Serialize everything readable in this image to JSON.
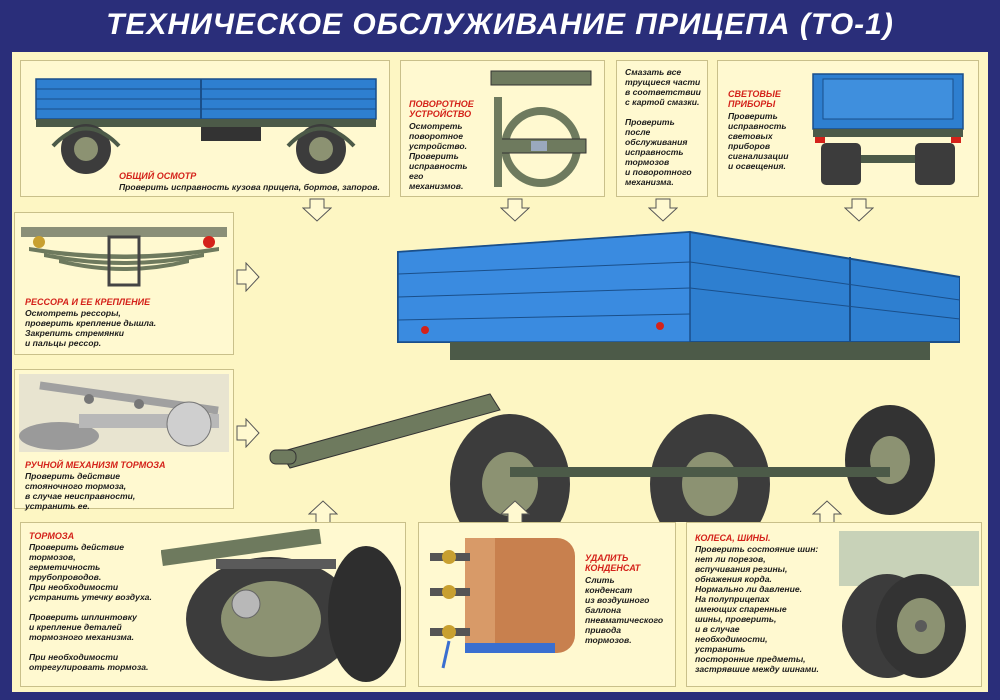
{
  "title": "ТЕХНИЧЕСКОЕ ОБСЛУЖИВАНИЕ ПРИЦЕПА (ТО-1)",
  "colors": {
    "frame_bg": "#2a2e7a",
    "board_bg": "#fdf6c3",
    "panel_bg": "#fff9d0",
    "accent_red": "#d4221a",
    "trailer_blue": "#2e7fd0",
    "chassis_green": "#5a6b52",
    "tire_grey": "#3c3c3c"
  },
  "panels": {
    "general": {
      "heading": "ОБЩИЙ ОСМОТР",
      "text": "Проверить исправность кузова прицепа, бортов, запоров."
    },
    "turntable": {
      "heading": "ПОВОРОТНОЕ\nУСТРОЙСТВО",
      "text": "Осмотреть\nповоротное\nустройство.\nПроверить\nисправность\nего\nмеханизмов."
    },
    "lubrication": {
      "text": "Смазать все\nтрущиеся части\nв соответствии\nс картой смазки.\n\nПроверить\nпосле\nобслуживания\nисправность\nтормозов\nи поворотного\nмеханизма."
    },
    "lights": {
      "heading": "СВЕТОВЫЕ\nПРИБОРЫ",
      "text": "Проверить\nисправность\nсветовых\nприборов\nсигнализации\nи освещения."
    },
    "springs": {
      "heading": "РЕССОРА И ЕЕ КРЕПЛЕНИЕ",
      "text": "Осмотреть рессоры,\nпроверить крепление дышла.\nЗакрепить стремянки\nи пальцы рессор."
    },
    "handbrake": {
      "heading": "РУЧНОЙ МЕХАНИЗМ ТОРМОЗА",
      "text": "Проверить действие\nстояночного тормоза,\nв случае неисправности,\nустранить ее."
    },
    "brakes": {
      "heading": "ТОРМОЗА",
      "text": "Проверить действие\nтормозов,\nгерметичность\nтрубопроводов.\nПри необходимости\nустранить утечку воздуха.\n\nПроверить шплинтовку\nи крепление деталей\nтормозного механизма.\n\nПри необходимости\nотрегулировать тормоза."
    },
    "condensate": {
      "heading": "УДАЛИТЬ\nКОНДЕНСАТ",
      "text": "Слить\nконденсат\nиз воздушного\nбаллона\nпневматического\nпривода\nтормозов."
    },
    "wheels": {
      "heading": "КОЛЕСА, ШИНЫ.",
      "text": "Проверить состояние шин:\nнет ли порезов,\nвспучивания резины,\nобнажения корда.\nНормально ли давление.\nНа полуприцепах\nимеющих спаренные\nшины, проверить,\n и в случае\nнеобходимости,\nустранить\nпосторонние предметы,\nзастрявшие между шинами."
    }
  },
  "icons": [
    "arrow-down-icon",
    "arrow-right-icon",
    "arrow-up-icon"
  ]
}
